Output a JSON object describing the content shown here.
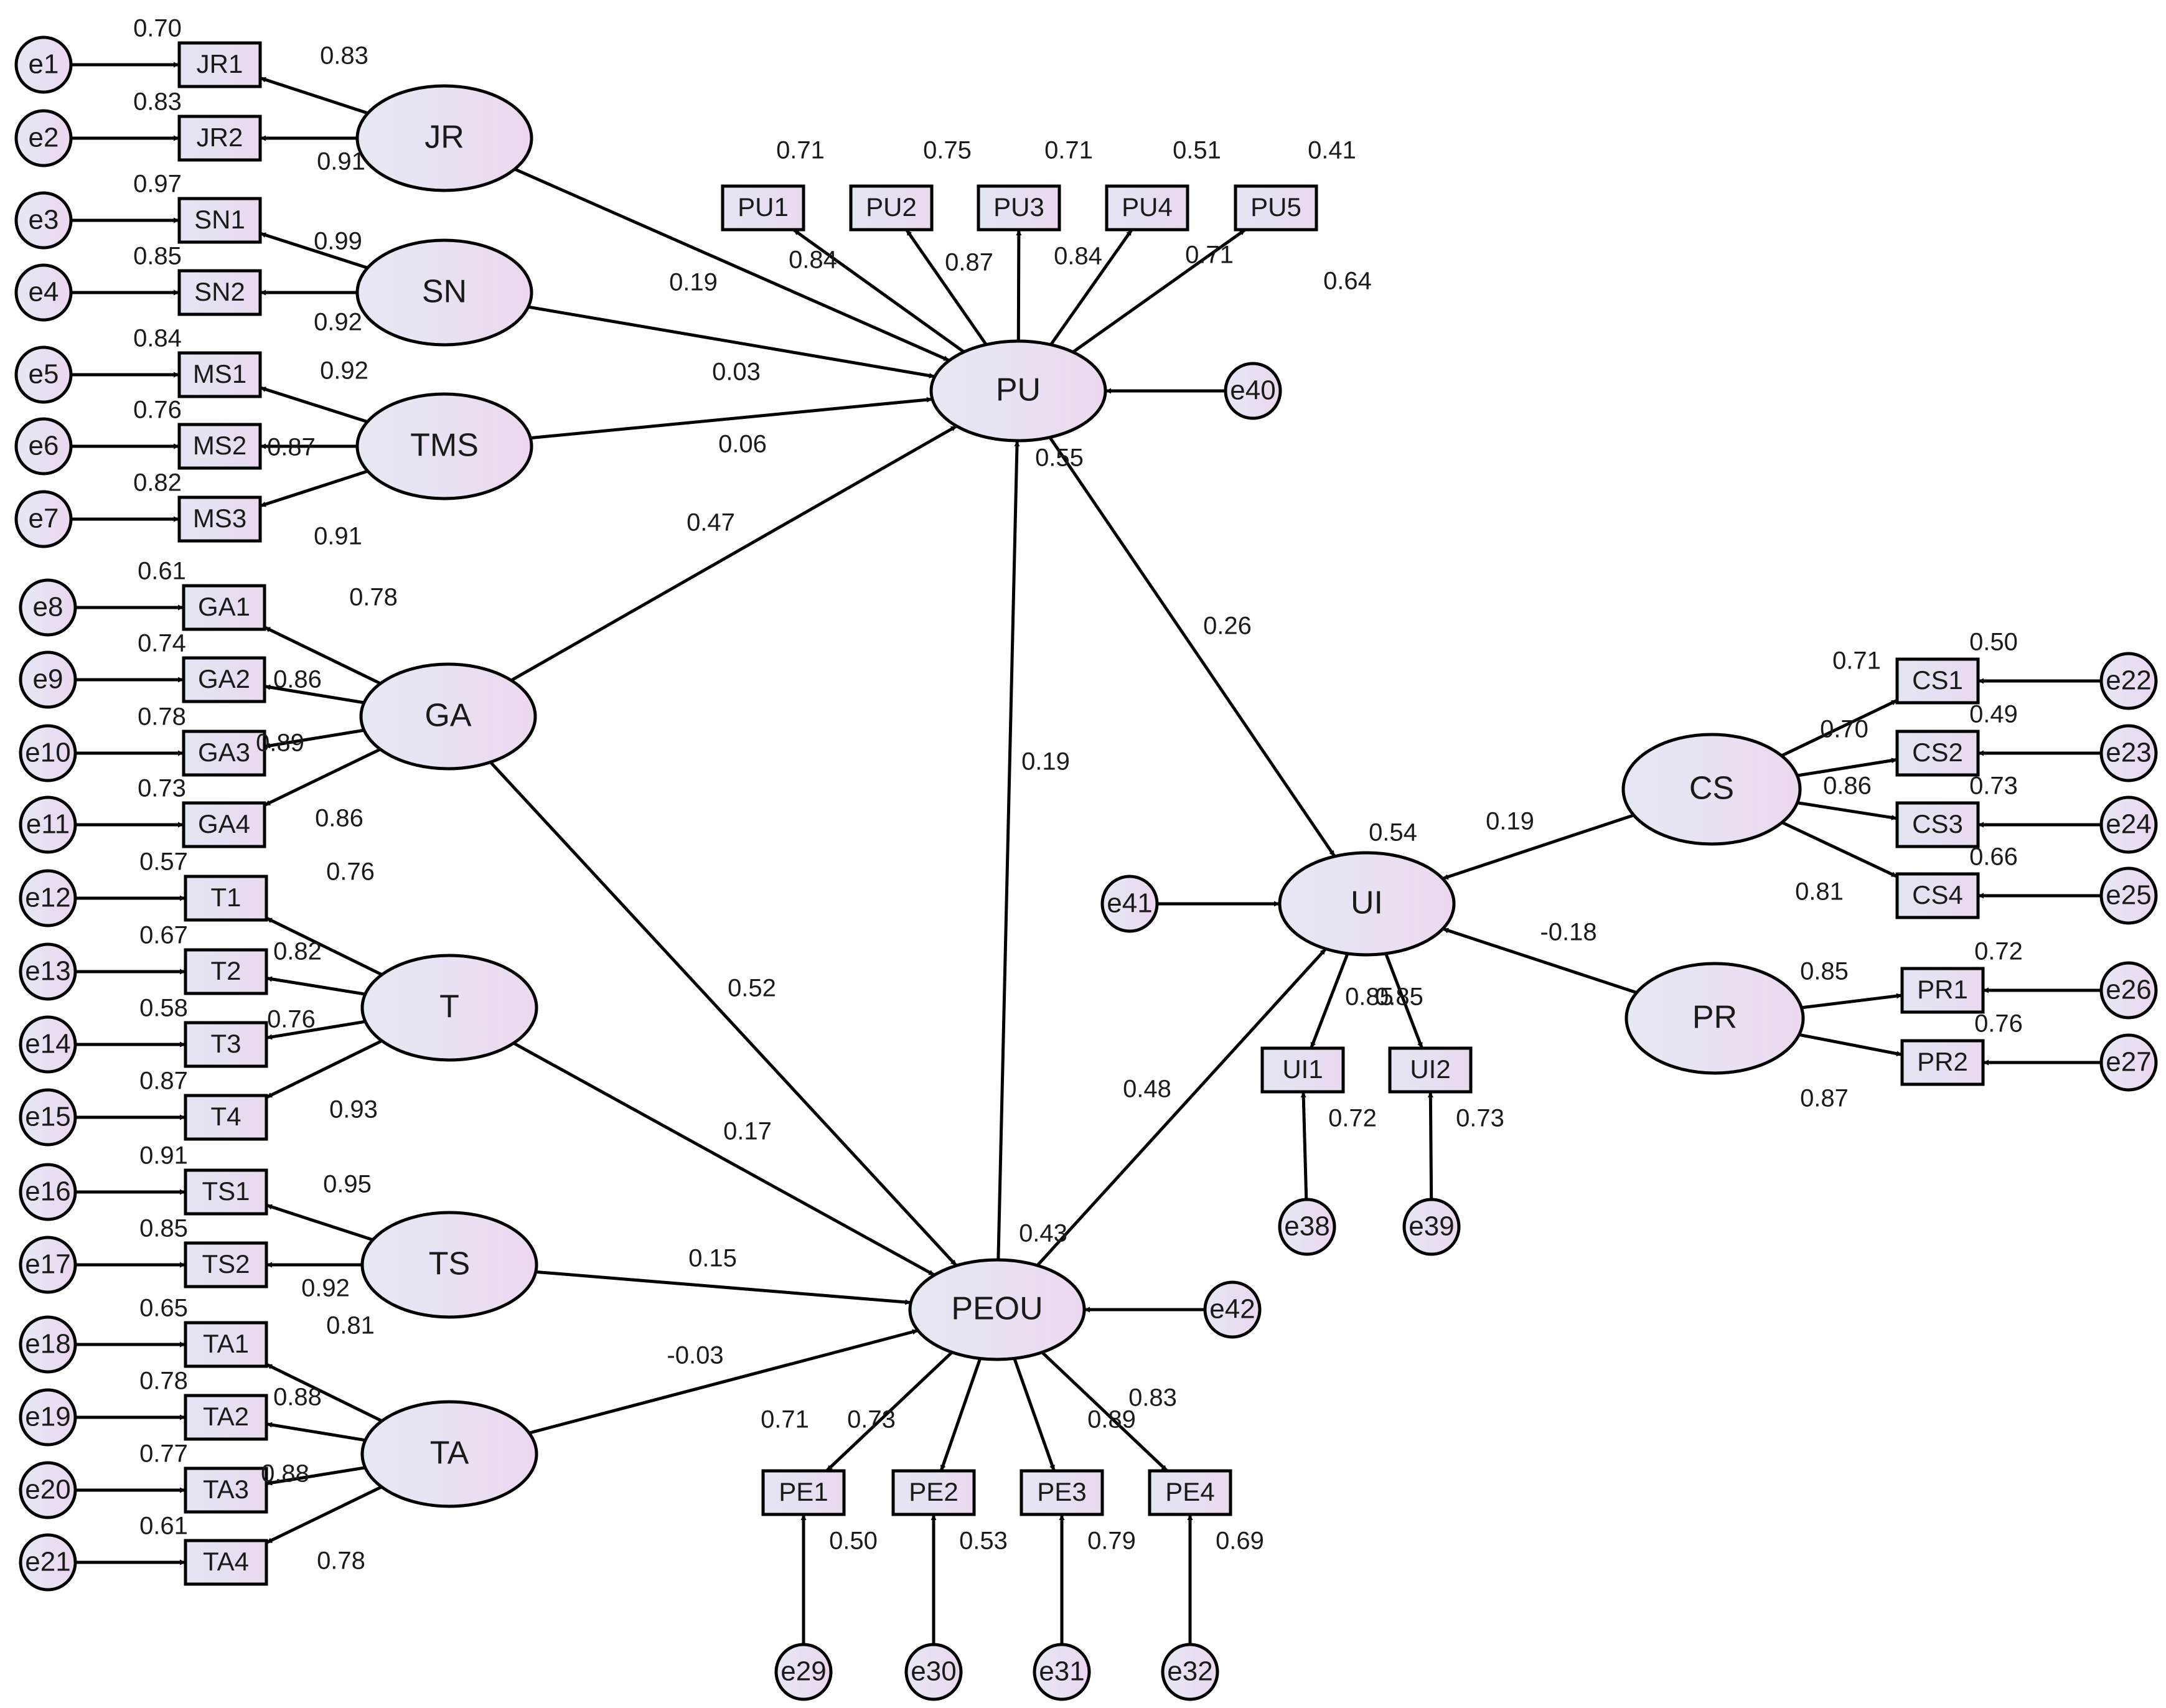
{
  "latents": [
    {
      "id": "JR",
      "label": "JR"
    },
    {
      "id": "SN",
      "label": "SN"
    },
    {
      "id": "TMS",
      "label": "TMS"
    },
    {
      "id": "GA",
      "label": "GA"
    },
    {
      "id": "T",
      "label": "T"
    },
    {
      "id": "TS",
      "label": "TS"
    },
    {
      "id": "TA",
      "label": "TA"
    },
    {
      "id": "PU",
      "label": "PU",
      "r2": "0.55"
    },
    {
      "id": "PEOU",
      "label": "PEOU",
      "r2": "0.43"
    },
    {
      "id": "UI",
      "label": "UI",
      "r2": "0.54"
    },
    {
      "id": "CS",
      "label": "CS"
    },
    {
      "id": "PR",
      "label": "PR"
    }
  ],
  "indicators": [
    {
      "id": "JR1",
      "label": "JR1",
      "latent": "JR",
      "loading": "0.83",
      "r2": "0.70",
      "error": "e1"
    },
    {
      "id": "JR2",
      "label": "JR2",
      "latent": "JR",
      "loading": "0.91",
      "r2": "0.83",
      "error": "e2"
    },
    {
      "id": "SN1",
      "label": "SN1",
      "latent": "SN",
      "loading": "0.99",
      "r2": "0.97",
      "error": "e3"
    },
    {
      "id": "SN2",
      "label": "SN2",
      "latent": "SN",
      "loading": "0.92",
      "r2": "0.85",
      "error": "e4"
    },
    {
      "id": "MS1",
      "label": "MS1",
      "latent": "TMS",
      "loading": "0.92",
      "r2": "0.84",
      "error": "e5"
    },
    {
      "id": "MS2",
      "label": "MS2",
      "latent": "TMS",
      "loading": "0.87",
      "r2": "0.76",
      "error": "e6"
    },
    {
      "id": "MS3",
      "label": "MS3",
      "latent": "TMS",
      "loading": "0.91",
      "r2": "0.82",
      "error": "e7"
    },
    {
      "id": "GA1",
      "label": "GA1",
      "latent": "GA",
      "loading": "0.78",
      "r2": "0.61",
      "error": "e8"
    },
    {
      "id": "GA2",
      "label": "GA2",
      "latent": "GA",
      "loading": "0.86",
      "r2": "0.74",
      "error": "e9"
    },
    {
      "id": "GA3",
      "label": "GA3",
      "latent": "GA",
      "loading": "0.89",
      "r2": "0.78",
      "error": "e10"
    },
    {
      "id": "GA4",
      "label": "GA4",
      "latent": "GA",
      "loading": "0.86",
      "r2": "0.73",
      "error": "e11"
    },
    {
      "id": "T1",
      "label": "T1",
      "latent": "T",
      "loading": "0.76",
      "r2": "0.57",
      "error": "e12"
    },
    {
      "id": "T2",
      "label": "T2",
      "latent": "T",
      "loading": "0.82",
      "r2": "0.67",
      "error": "e13"
    },
    {
      "id": "T3",
      "label": "T3",
      "latent": "T",
      "loading": "0.76",
      "r2": "0.58",
      "error": "e14"
    },
    {
      "id": "T4",
      "label": "T4",
      "latent": "T",
      "loading": "0.93",
      "r2": "0.87",
      "error": "e15"
    },
    {
      "id": "TS1",
      "label": "TS1",
      "latent": "TS",
      "loading": "0.95",
      "r2": "0.91",
      "error": "e16"
    },
    {
      "id": "TS2",
      "label": "TS2",
      "latent": "TS",
      "loading": "0.92",
      "r2": "0.85",
      "error": "e17"
    },
    {
      "id": "TA1",
      "label": "TA1",
      "latent": "TA",
      "loading": "0.81",
      "r2": "0.65",
      "error": "e18"
    },
    {
      "id": "TA2",
      "label": "TA2",
      "latent": "TA",
      "loading": "0.88",
      "r2": "0.78",
      "error": "e19"
    },
    {
      "id": "TA3",
      "label": "TA3",
      "latent": "TA",
      "loading": "0.88",
      "r2": "0.77",
      "error": "e20"
    },
    {
      "id": "TA4",
      "label": "TA4",
      "latent": "TA",
      "loading": "0.78",
      "r2": "0.61",
      "error": "e21"
    },
    {
      "id": "PU1",
      "label": "PU1",
      "latent": "PU",
      "loading": "0.84",
      "r2": "0.71"
    },
    {
      "id": "PU2",
      "label": "PU2",
      "latent": "PU",
      "loading": "0.87",
      "r2": "0.75"
    },
    {
      "id": "PU3",
      "label": "PU3",
      "latent": "PU",
      "loading": "0.84",
      "r2": "0.71"
    },
    {
      "id": "PU4",
      "label": "PU4",
      "latent": "PU",
      "loading": "0.71",
      "r2": "0.51"
    },
    {
      "id": "PU5",
      "label": "PU5",
      "latent": "PU",
      "loading": "0.64",
      "r2": "0.41"
    },
    {
      "id": "PE1",
      "label": "PE1",
      "latent": "PEOU",
      "loading": "0.71",
      "r2": "0.50",
      "error": "e29"
    },
    {
      "id": "PE2",
      "label": "PE2",
      "latent": "PEOU",
      "loading": "0.73",
      "r2": "0.53",
      "error": "e30"
    },
    {
      "id": "PE3",
      "label": "PE3",
      "latent": "PEOU",
      "loading": "0.89",
      "r2": "0.79",
      "error": "e31"
    },
    {
      "id": "PE4",
      "label": "PE4",
      "latent": "PEOU",
      "loading": "0.83",
      "r2": "0.69",
      "error": "e32"
    },
    {
      "id": "UI1",
      "label": "UI1",
      "latent": "UI",
      "loading": "0.85",
      "r2": "0.72",
      "error": "e38"
    },
    {
      "id": "UI2",
      "label": "UI2",
      "latent": "UI",
      "loading": "0.85",
      "r2": "0.73",
      "error": "e39"
    },
    {
      "id": "CS1",
      "label": "CS1",
      "latent": "CS",
      "loading": "0.71",
      "r2": "0.50",
      "error": "e22"
    },
    {
      "id": "CS2",
      "label": "CS2",
      "latent": "CS",
      "loading": "0.70",
      "r2": "0.49",
      "error": "e23"
    },
    {
      "id": "CS3",
      "label": "CS3",
      "latent": "CS",
      "loading": "0.86",
      "r2": "0.73",
      "error": "e24"
    },
    {
      "id": "CS4",
      "label": "CS4",
      "latent": "CS",
      "loading": "0.81",
      "r2": "0.66",
      "error": "e25"
    },
    {
      "id": "PR1",
      "label": "PR1",
      "latent": "PR",
      "loading": "0.85",
      "r2": "0.72",
      "error": "e26"
    },
    {
      "id": "PR2",
      "label": "PR2",
      "latent": "PR",
      "loading": "0.87",
      "r2": "0.76",
      "error": "e27"
    }
  ],
  "structural_errors": [
    {
      "id": "e40",
      "label": "e40",
      "target": "PU"
    },
    {
      "id": "e41",
      "label": "e41",
      "target": "UI"
    },
    {
      "id": "e42",
      "label": "e42",
      "target": "PEOU"
    }
  ],
  "paths": [
    {
      "from": "JR",
      "to": "PU",
      "coef": "0.19"
    },
    {
      "from": "SN",
      "to": "PU",
      "coef": "0.03"
    },
    {
      "from": "TMS",
      "to": "PU",
      "coef": "0.06"
    },
    {
      "from": "GA",
      "to": "PU",
      "coef": "0.47"
    },
    {
      "from": "GA",
      "to": "PEOU",
      "coef": "0.52"
    },
    {
      "from": "T",
      "to": "PEOU",
      "coef": "0.17"
    },
    {
      "from": "TS",
      "to": "PEOU",
      "coef": "0.15"
    },
    {
      "from": "TA",
      "to": "PEOU",
      "coef": "-0.03"
    },
    {
      "from": "PEOU",
      "to": "PU",
      "coef": "0.19"
    },
    {
      "from": "PU",
      "to": "UI",
      "coef": "0.26"
    },
    {
      "from": "PEOU",
      "to": "UI",
      "coef": "0.48"
    },
    {
      "from": "CS",
      "to": "UI",
      "coef": "0.19"
    },
    {
      "from": "PR",
      "to": "UI",
      "coef": "-0.18"
    }
  ]
}
